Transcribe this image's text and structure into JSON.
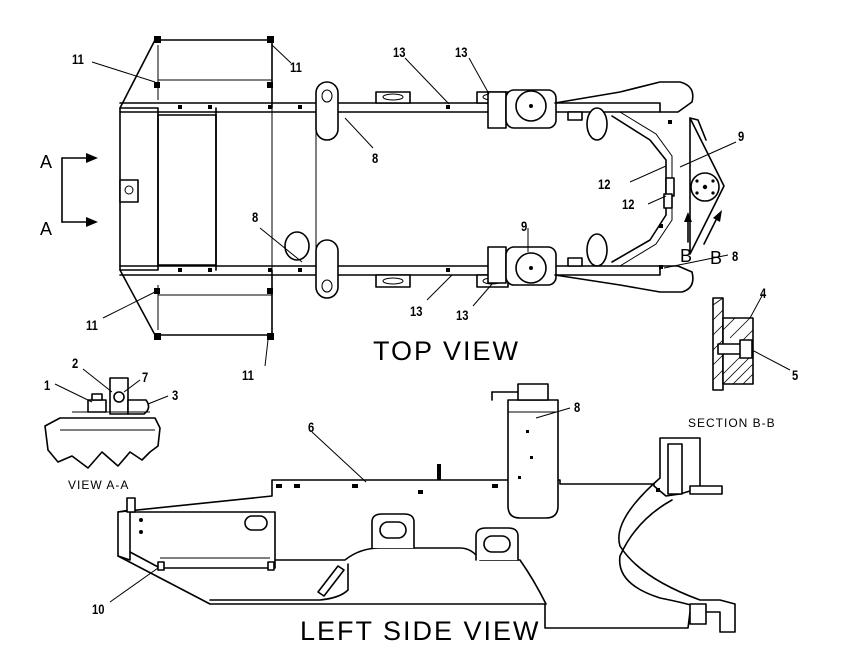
{
  "titles": {
    "top_view": "TOP VIEW",
    "left_side_view": "LEFT SIDE VIEW",
    "view_aa": "VIEW A-A",
    "section_bb": "SECTION B-B"
  },
  "section_markers": {
    "a_upper": "A",
    "a_lower": "A",
    "b_left": "B",
    "b_right": "B"
  },
  "callouts": {
    "top_view": {
      "c11_top_left": "11",
      "c11_top_right": "11",
      "c11_bottom_left": "11",
      "c11_bottom_right": "11",
      "c13_top_left": "13",
      "c13_top_right": "13",
      "c13_bottom_left": "13",
      "c13_bottom_right": "13",
      "c8_upper": "8",
      "c8_lower_left": "8",
      "c8_lower_right": "8",
      "c9_upper": "9",
      "c9_lower": "9",
      "c12_upper": "12",
      "c12_lower": "12"
    },
    "section_bb": {
      "c4": "4",
      "c5": "5"
    },
    "view_aa": {
      "c1": "1",
      "c2": "2",
      "c3": "3",
      "c7": "7"
    },
    "left_side_view": {
      "c6": "6",
      "c8": "8",
      "c10": "10"
    }
  }
}
